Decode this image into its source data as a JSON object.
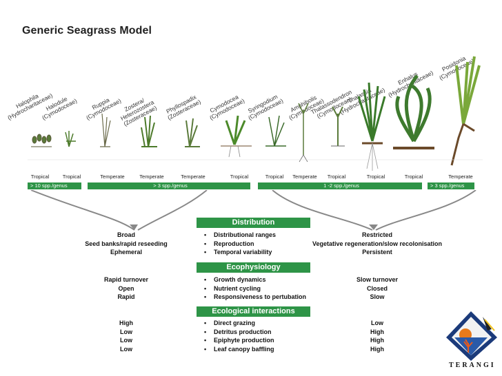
{
  "title": "Generic Seagrass Model",
  "species": [
    {
      "name": "Halophila",
      "family": "(Hydrocharitaceae)"
    },
    {
      "name": "Halodule",
      "family": "(Cymodoceae)"
    },
    {
      "name": "Ruppia",
      "family": "(Cymodoceae)"
    },
    {
      "name": "Zostera/",
      "family": "Heterozostera",
      "family2": "(Zosteraceae)"
    },
    {
      "name": "Phyllospadix",
      "family": "(Zosteraceae)"
    },
    {
      "name": "Cymodocea",
      "family": "(Cymodoceae)"
    },
    {
      "name": "Syringodium",
      "family": "(Cymodoceae)"
    },
    {
      "name": "Amphibolis",
      "family": "(Cymodoceae)"
    },
    {
      "name": "Thalassodendron",
      "family": "(Cymodoceae)"
    },
    {
      "name": "Thalassia",
      "family": "(Hydrocharitaceae)"
    },
    {
      "name": "Enhalus",
      "family": "(Hydrocharitaceae)"
    },
    {
      "name": "Posidonia",
      "family": "(Cymodoceae)"
    }
  ],
  "zones": [
    "Tropical",
    "Tropical",
    "Temperate",
    "Temperate",
    "Temperate",
    "Tropical",
    "Tropical",
    "Temperate",
    "Tropical",
    "Tropical",
    "Tropical",
    "Temperate"
  ],
  "genus_bars": [
    "> 10 spp./genus",
    "> 3 spp./genus",
    "1 -2 spp./genus",
    "> 3 spp./genus"
  ],
  "sections": {
    "distribution": {
      "header": "Distribution",
      "left": [
        "Broad",
        "Seed banks/rapid reseeding",
        "Ephemeral"
      ],
      "center": [
        "Distributional ranges",
        "Reproduction",
        "Temporal variability"
      ],
      "right": [
        "Restricted",
        "Vegetative regeneration/slow recolonisation",
        "Persistent"
      ]
    },
    "ecophysiology": {
      "header": "Ecophysiology",
      "left": [
        "Rapid turnover",
        "Open",
        "Rapid"
      ],
      "center": [
        "Growth dynamics",
        "Nutrient cycling",
        "Responsiveness to pertubation"
      ],
      "right": [
        "Slow turnover",
        "Closed",
        "Slow"
      ]
    },
    "interactions": {
      "header": "Ecological interactions",
      "left": [
        "High",
        "Low",
        "Low",
        "Low"
      ],
      "center": [
        "Direct grazing",
        "Detritus production",
        "Epiphyte production",
        "Leaf canopy baffling"
      ],
      "right": [
        "Low",
        "High",
        "High",
        "High"
      ]
    }
  },
  "logo_text": "TERANGI",
  "colors": {
    "green": "#2e9447",
    "plant": "#4c7a2a",
    "root": "#6b4a2a"
  }
}
